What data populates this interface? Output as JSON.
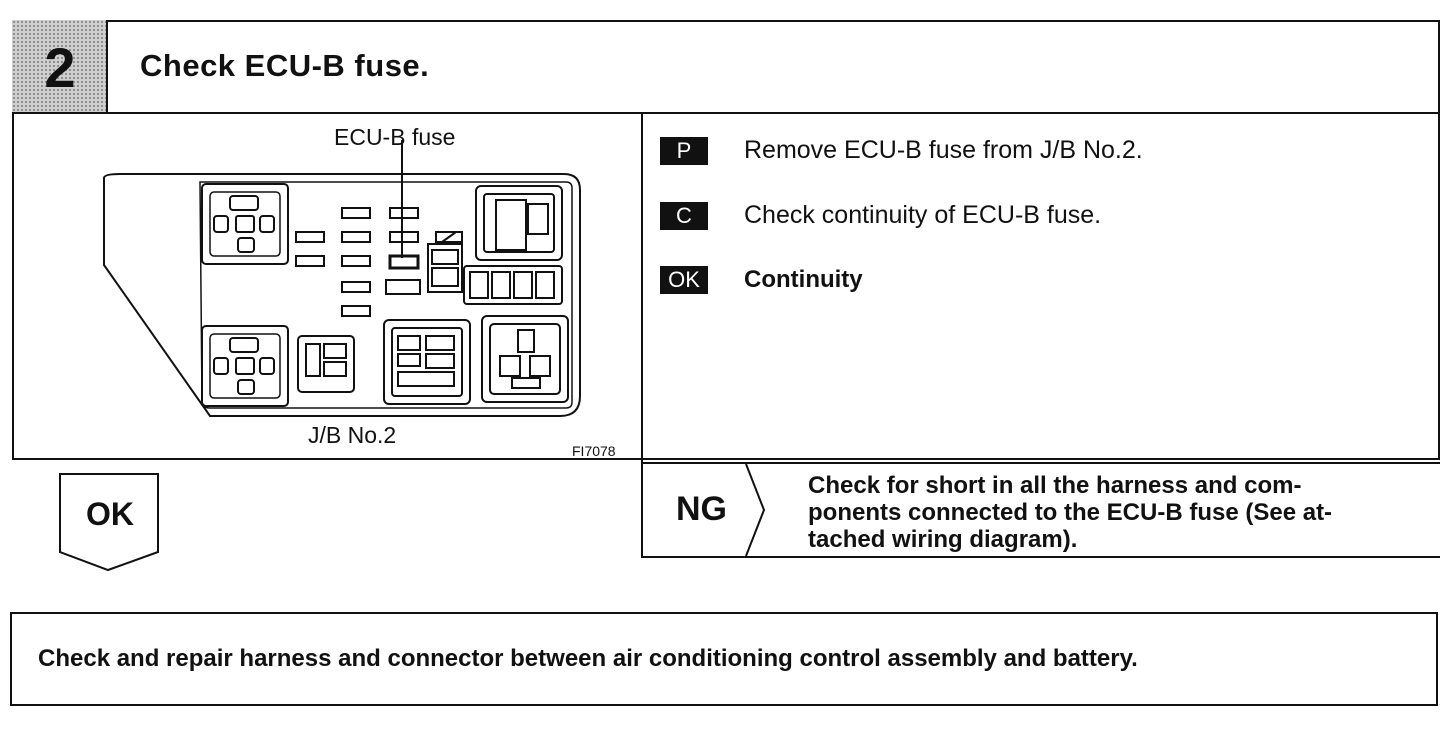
{
  "step": {
    "number": "2",
    "title": "Check ECU-B fuse."
  },
  "figure": {
    "fuse_label": "ECU-B fuse",
    "block_label": "J/B No.2",
    "figure_id": "FI7078"
  },
  "instructions": [
    {
      "tag": "P",
      "text": "Remove ECU-B fuse from J/B No.2.",
      "bold": false
    },
    {
      "tag": "C",
      "text": "Check continuity of ECU-B fuse.",
      "bold": false
    },
    {
      "tag": "OK",
      "text": "Continuity",
      "bold": true
    }
  ],
  "results": {
    "ok_label": "OK",
    "ng_label": "NG",
    "ng_lines": [
      "Check for short in all the harness and com-",
      "ponents connected to the ECU-B fuse (See at-",
      "tached wiring diagram)."
    ]
  },
  "final_action": "Check and repair harness and connector between air conditioning control assembly and battery."
}
